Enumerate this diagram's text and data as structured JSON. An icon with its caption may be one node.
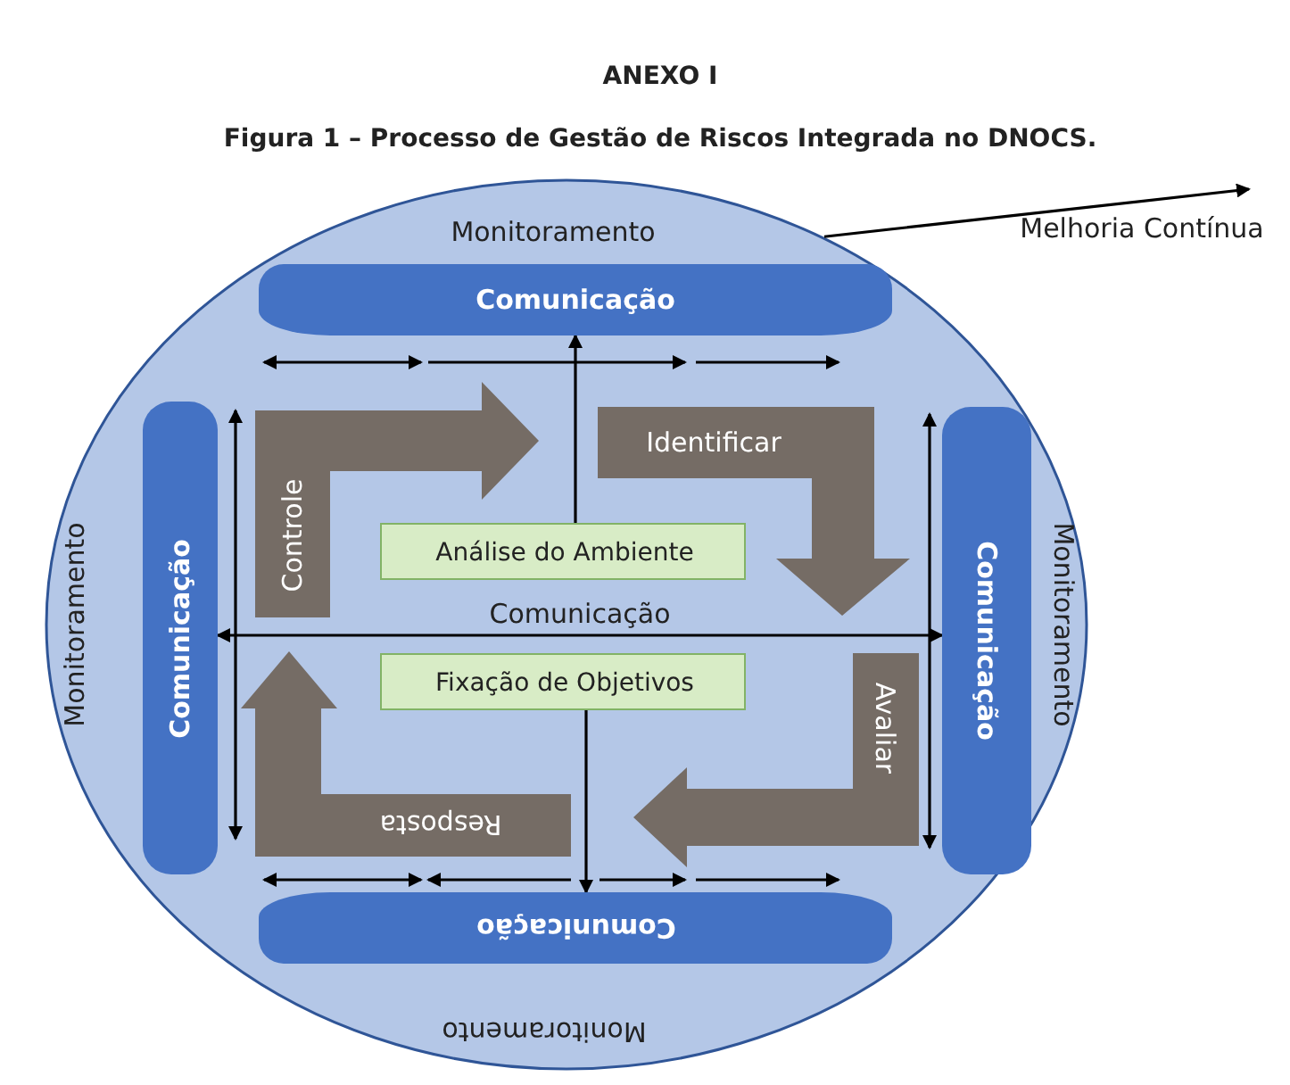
{
  "diagram": {
    "title": "Figura 1 – Processo de Gestão de Riscos Integrada no DNOCS.",
    "nodes": [
      {
        "text": [
          "Monitoramento",
          "Monitoramento",
          "Monitoramento",
          "Monitoramento"
        ]
      },
      {
        "text": [
          "Comunicação"
        ],
        "in": 0
      },
      {
        "text": [
          "Comunicação"
        ],
        "in": 0
      },
      {
        "text": [
          "Comunicação"
        ],
        "in": 0
      },
      {
        "text": [
          "Comunicação"
        ],
        "in": 0
      },
      {
        "text": [
          "Controle"
        ],
        "in": 0
      },
      {
        "text": [
          "Identificar"
        ],
        "in": 0
      },
      {
        "text": [
          "Avaliar"
        ],
        "in": 0
      },
      {
        "text": [
          "Resposta"
        ],
        "in": 0
      },
      {
        "text": [
          "Análise do Ambiente"
        ],
        "in": 0
      },
      {
        "text": [
          "Fixação de Objetivos"
        ],
        "in": 0
      }
    ],
    "edges": [
      {
        "from": 9,
        "to": 1,
        "arrow": "to"
      },
      {
        "from": 10,
        "to": 4,
        "arrow": "to"
      },
      {
        "from": 2,
        "to": 3,
        "arrow": "both",
        "label": "Comunicação"
      },
      {
        "from": 0,
        "to": null,
        "arrow": "to",
        "label": "Melhoria Contínua"
      }
    ],
    "labels": [
      "ANEXO I"
    ]
  }
}
